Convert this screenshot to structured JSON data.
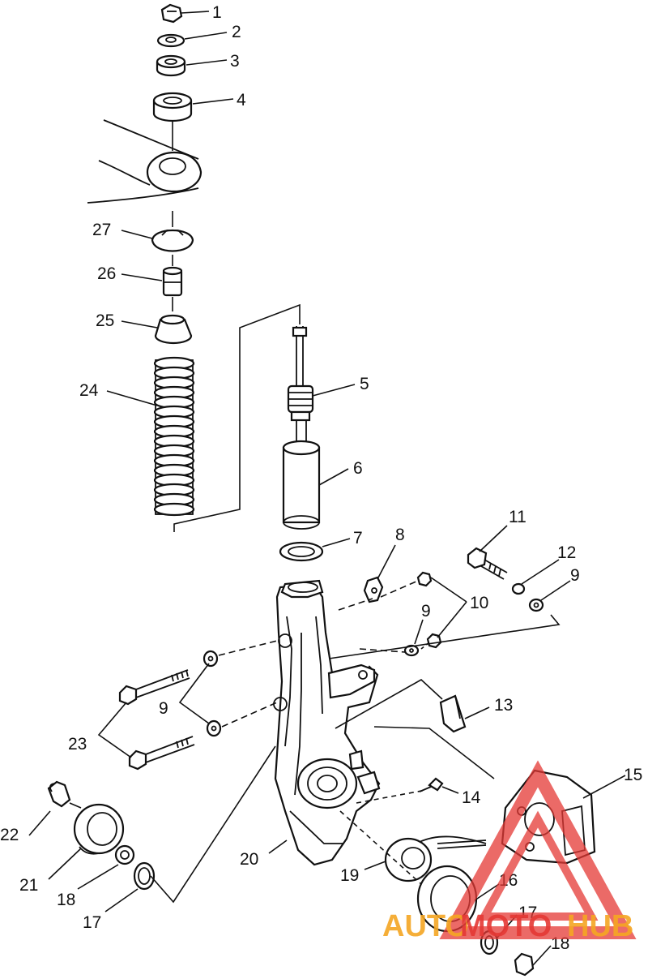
{
  "labels": {
    "p1": "1",
    "p2": "2",
    "p3": "3",
    "p4": "4",
    "p5": "5",
    "p6": "6",
    "p7": "7",
    "p8": "8",
    "p9a": "9",
    "p9b": "9",
    "p9c": "9",
    "p10": "10",
    "p11": "11",
    "p12": "12",
    "p13": "13",
    "p14": "14",
    "p15": "15",
    "p16": "16",
    "p17a": "17",
    "p17b": "17",
    "p18a": "18",
    "p18b": "18",
    "p19": "19",
    "p20": "20",
    "p21": "21",
    "p22": "22",
    "p23": "23",
    "p24": "24",
    "p25": "25",
    "p26": "26",
    "p27": "27"
  },
  "watermark": {
    "part1": "AUTO",
    "part2": "MOTO",
    "part3": "HUB",
    "color_primary": "#e53935",
    "color_secondary": "#f5a623"
  }
}
